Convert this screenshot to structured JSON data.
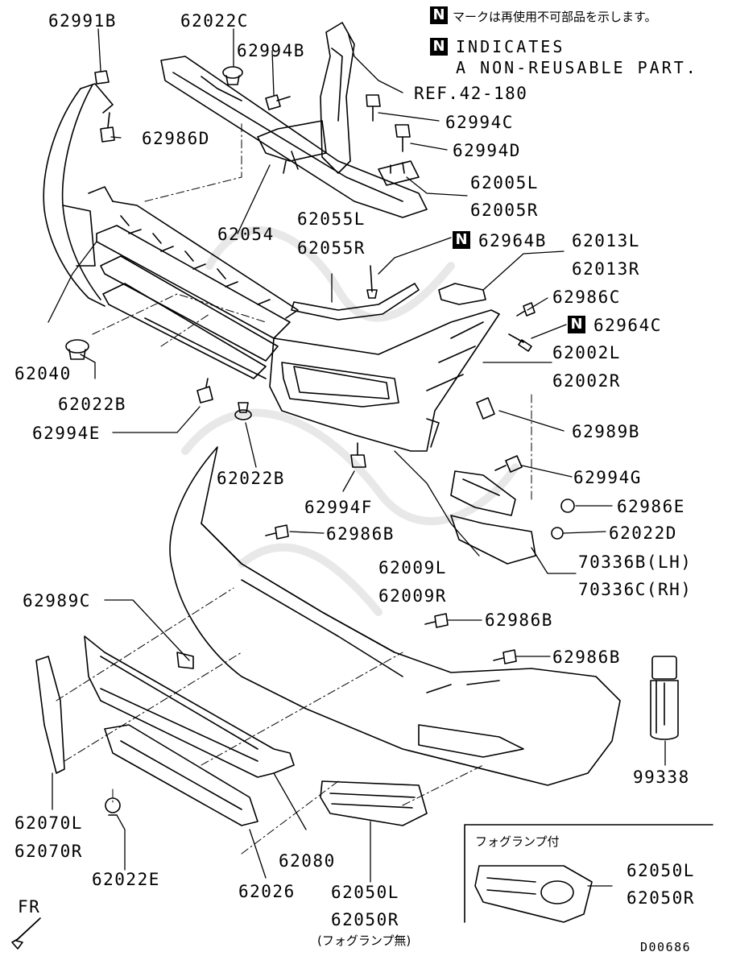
{
  "note": {
    "badge": "N",
    "jp": "マークは再使用不可部品を示します。",
    "en_line1": "INDICATES",
    "en_line2": "A NON-REUSABLE PART."
  },
  "labels": {
    "p62991B": "62991B",
    "p62022C": "62022C",
    "p62994B": "62994B",
    "ref42": "REF.42-180",
    "p62994C": "62994C",
    "p62986D": "62986D",
    "p62994D": "62994D",
    "p62005L": "62005L",
    "p62005R": "62005R",
    "p62055L": "62055L",
    "p62054": "62054",
    "p62055R": "62055R",
    "p62964B": "62964B",
    "p62013L": "62013L",
    "p62013R": "62013R",
    "p62986C": "62986C",
    "p62964C": "62964C",
    "p62002L": "62002L",
    "p62002R": "62002R",
    "p62040": "62040",
    "p62022B_a": "62022B",
    "p62994E": "62994E",
    "p62989B": "62989B",
    "p62994G": "62994G",
    "p62022B_b": "62022B",
    "p62994F": "62994F",
    "p62986E": "62986E",
    "p62986B_a": "62986B",
    "p62022D": "62022D",
    "p62009L": "62009L",
    "p70336B": "70336B(LH)",
    "p62009R": "62009R",
    "p70336C": "70336C(RH)",
    "p62989C": "62989C",
    "p62986B_b": "62986B",
    "p62986B_c": "62986B",
    "p99338": "99338",
    "p62070L": "62070L",
    "p62070R": "62070R",
    "p62080": "62080",
    "p62022E": "62022E",
    "p62026": "62026",
    "p62050L_a": "62050L",
    "p62050R_a": "62050R",
    "p62050L_b": "62050L",
    "p62050R_b": "62050R"
  },
  "inset_title": "フォグランプ付",
  "no_fog_note": "(フォグランプ無)",
  "fr_label": "FR",
  "drawing_code": "D00686"
}
